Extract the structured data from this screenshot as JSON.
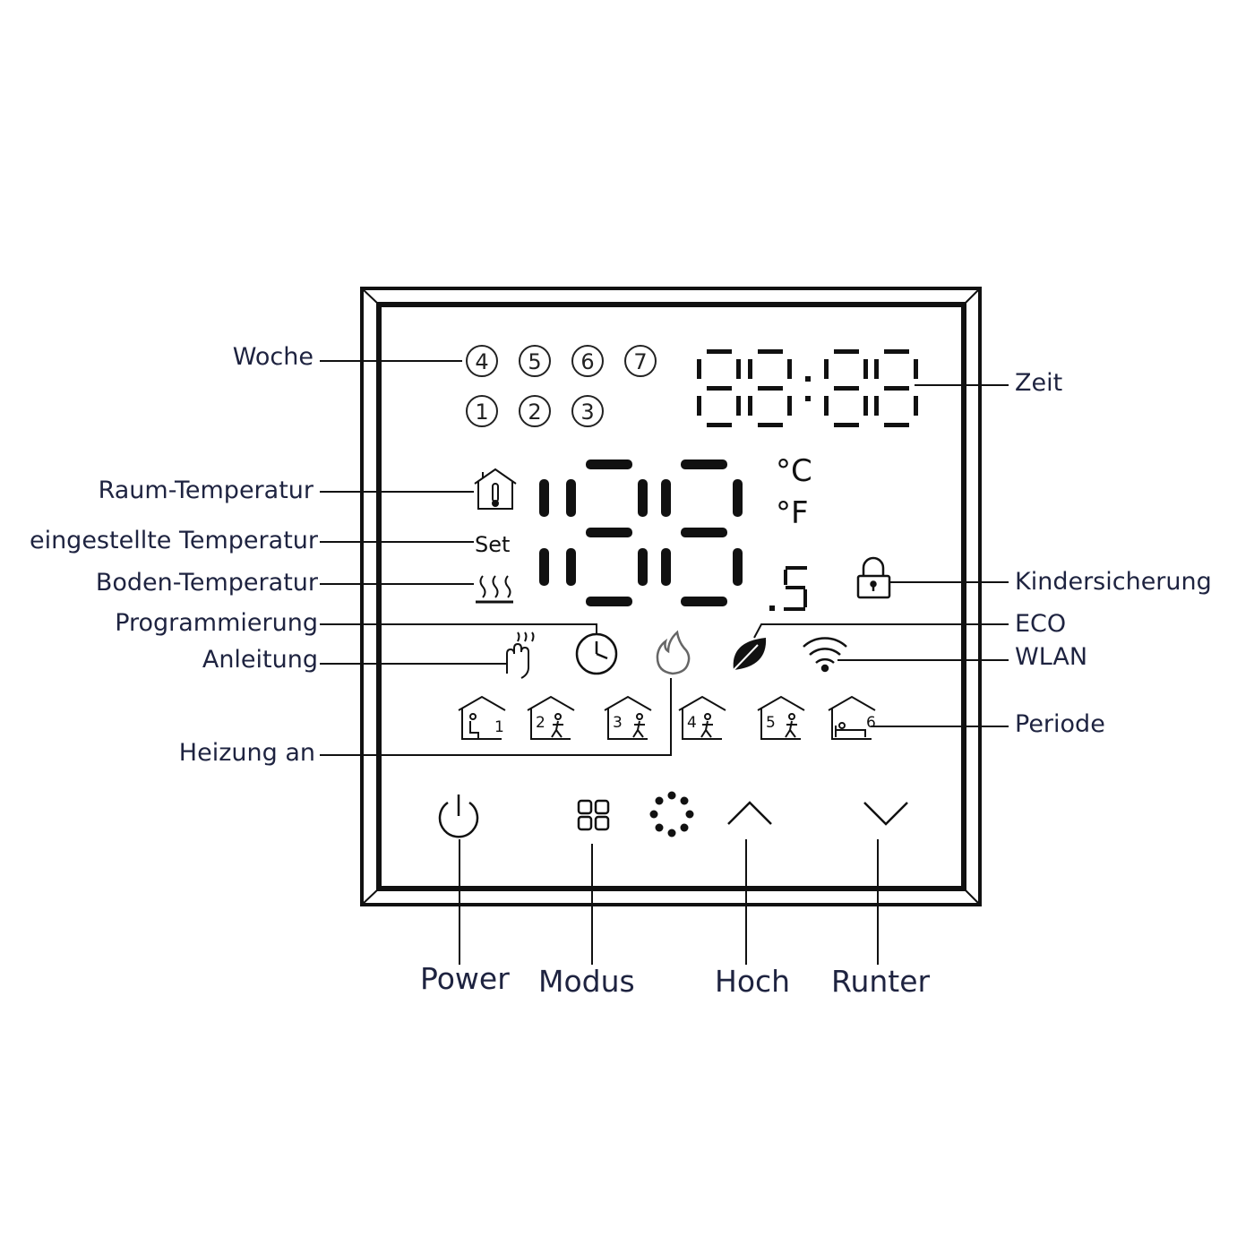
{
  "labels": {
    "week": "Woche",
    "room_temp": "Raum-Temperatur",
    "set_temp": "eingestellte Temperatur",
    "floor_temp": "Boden-Temperatur",
    "programming": "Programmierung",
    "manual": "Anleitung",
    "heating_on": "Heizung an",
    "time": "Zeit",
    "child_lock": "Kindersicherung",
    "eco": "ECO",
    "wifi": "WLAN",
    "period": "Periode",
    "power": "Power",
    "mode": "Modus",
    "up": "Hoch",
    "down": "Runter"
  },
  "display": {
    "weekdays_top": [
      "4",
      "5",
      "6",
      "7"
    ],
    "weekdays_bottom": [
      "1",
      "2",
      "3"
    ],
    "time_digits": "88:88",
    "temp_digits": "88",
    "unit_c": "°C",
    "unit_f": "°F",
    "decimal": ".5",
    "set_text": "Set",
    "periods": [
      "1",
      "2",
      "3",
      "4",
      "5",
      "6"
    ]
  },
  "icons": [
    "room-temperature-icon",
    "floor-heating-icon",
    "manual-hand-icon",
    "clock-icon",
    "flame-icon",
    "leaf-icon",
    "wifi-icon",
    "lock-icon",
    "power-icon",
    "mode-icon",
    "dots-icon",
    "chevron-up-icon",
    "chevron-down-icon"
  ],
  "colors": {
    "line": "#111111",
    "label": "#1e2340"
  }
}
